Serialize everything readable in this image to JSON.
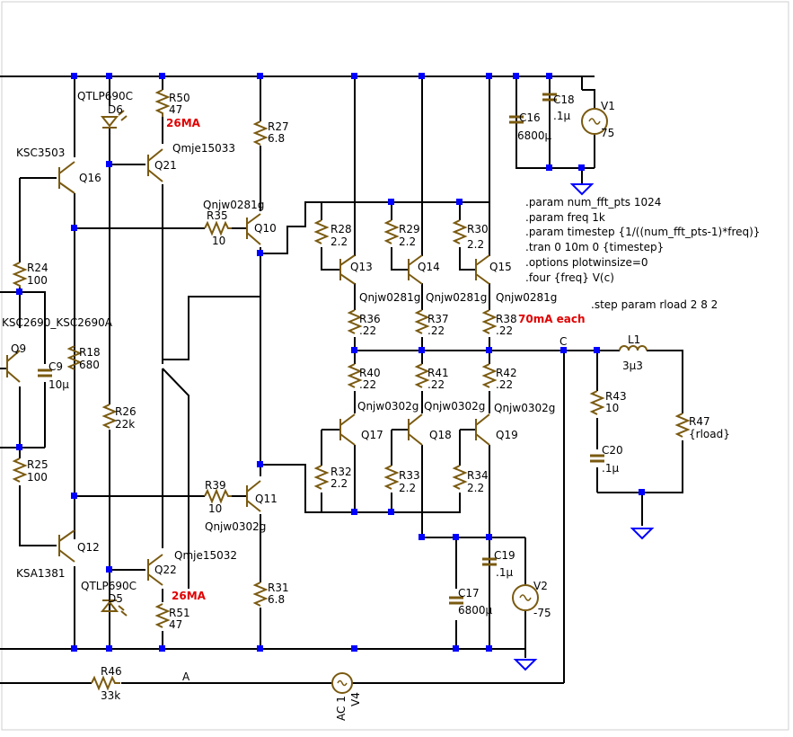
{
  "components": {
    "Q16": {
      "ref": "Q16",
      "model": "KSC3503"
    },
    "Q21": {
      "ref": "Q21",
      "model": "Qmje15033"
    },
    "Q10": {
      "ref": "Q10",
      "model": "Qnjw0281g"
    },
    "Q9": {
      "ref": "Q9",
      "model": "KSC2690_KSC2690A"
    },
    "Q11": {
      "ref": "Q11",
      "model": "Qnjw0302g"
    },
    "Q12": {
      "ref": "Q12",
      "model": "KSA1381"
    },
    "Q22": {
      "ref": "Q22",
      "model": "Qmje15032"
    },
    "Q13": {
      "ref": "Q13",
      "model": "Qnjw0281g"
    },
    "Q14": {
      "ref": "Q14",
      "model": "Qnjw0281g"
    },
    "Q15": {
      "ref": "Q15",
      "model": "Qnjw0281g"
    },
    "Q17": {
      "ref": "Q17",
      "model": "Qnjw0302g"
    },
    "Q18": {
      "ref": "Q18",
      "model": "Qnjw0302g"
    },
    "Q19": {
      "ref": "Q19",
      "model": "Qnjw0302g"
    },
    "D6": {
      "ref": "D6",
      "model": "QTLP690C"
    },
    "D5": {
      "ref": "D5",
      "model": "QTLP690C"
    },
    "R50": {
      "ref": "R50",
      "value": "47"
    },
    "R51": {
      "ref": "R51",
      "value": "47"
    },
    "R27": {
      "ref": "R27",
      "value": "6.8"
    },
    "R31": {
      "ref": "R31",
      "value": "6.8"
    },
    "R35": {
      "ref": "R35",
      "value": "10"
    },
    "R39": {
      "ref": "R39",
      "value": "10"
    },
    "R24": {
      "ref": "R24",
      "value": "100"
    },
    "R25": {
      "ref": "R25",
      "value": "100"
    },
    "R18": {
      "ref": "R18",
      "value": "680"
    },
    "R26": {
      "ref": "R26",
      "value": "22k"
    },
    "R28": {
      "ref": "R28",
      "value": "2.2"
    },
    "R29": {
      "ref": "R29",
      "value": "2.2"
    },
    "R30": {
      "ref": "R30",
      "value": "2.2"
    },
    "R32": {
      "ref": "R32",
      "value": "2.2"
    },
    "R33": {
      "ref": "R33",
      "value": "2.2"
    },
    "R34": {
      "ref": "R34",
      "value": "2.2"
    },
    "R36": {
      "ref": "R36",
      "value": ".22"
    },
    "R37": {
      "ref": "R37",
      "value": ".22"
    },
    "R38": {
      "ref": "R38",
      "value": ".22"
    },
    "R40": {
      "ref": "R40",
      "value": ".22"
    },
    "R41": {
      "ref": "R41",
      "value": ".22"
    },
    "R42": {
      "ref": "R42",
      "value": ".22"
    },
    "R43": {
      "ref": "R43",
      "value": "10"
    },
    "R47": {
      "ref": "R47",
      "value": "{rload}"
    },
    "R46": {
      "ref": "R46",
      "value": "33k"
    },
    "C9": {
      "ref": "C9",
      "value": "10µ"
    },
    "C16": {
      "ref": "C16",
      "value": "6800µ"
    },
    "C17": {
      "ref": "C17",
      "value": "6800µ"
    },
    "C18": {
      "ref": "C18",
      "value": ".1µ"
    },
    "C19": {
      "ref": "C19",
      "value": ".1µ"
    },
    "C20": {
      "ref": "C20",
      "value": ".1µ"
    },
    "L1": {
      "ref": "L1",
      "value": "3µ3"
    },
    "V1": {
      "ref": "V1",
      "value": "75"
    },
    "V2": {
      "ref": "V2",
      "value": "-75"
    },
    "V4": {
      "ref": "V4",
      "value": "AC 1"
    }
  },
  "annotations": {
    "current_top": "26MA",
    "current_bottom": "26MA",
    "output_current": "70mA each",
    "node_c": "C",
    "node_a": "A"
  },
  "spice_directives": [
    ".param num_fft_pts 1024",
    ".param freq 1k",
    ".param timestep {1/((num_fft_pts-1)*freq)}",
    ".tran 0 10m 0 {timestep}",
    ".options plotwinsize=0",
    ".four {freq} V(c)"
  ],
  "step_directive": ".step param rload 2 8 2",
  "colors": {
    "wire": "#000000",
    "junction": "#0000ff",
    "ground": "#0000ff",
    "component": "#7a5a10",
    "annotation_red": "#e00000"
  }
}
